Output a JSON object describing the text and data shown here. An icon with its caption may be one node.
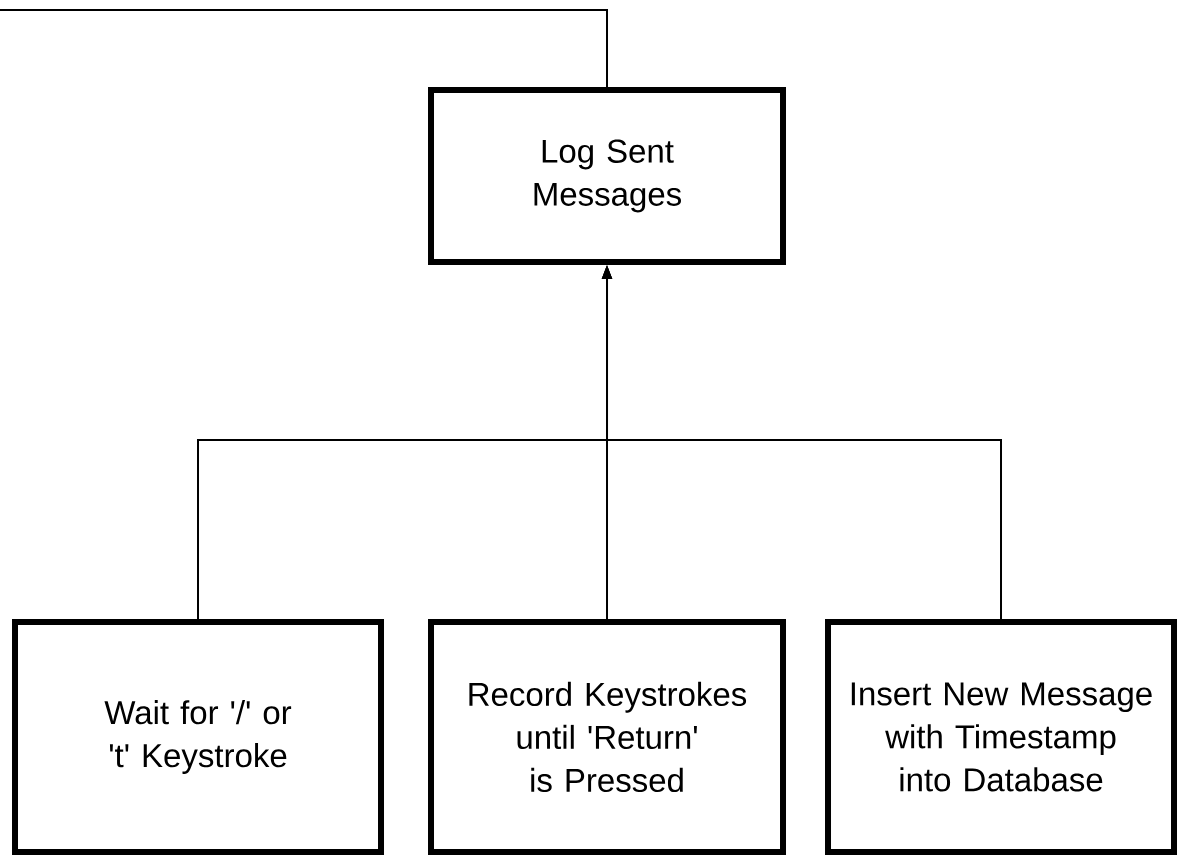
{
  "diagram": {
    "nodes": [
      {
        "text": [
          "Log Sent Messages"
        ]
      },
      {
        "text": [
          "Wait for '/' or 't' Keystroke"
        ]
      },
      {
        "text": [
          "Record Keystrokes until 'Return' is Pressed"
        ]
      },
      {
        "text": [
          "Insert New Message with Timestamp into Database"
        ]
      }
    ],
    "edges": [
      {
        "from": 0,
        "to": null,
        "arrow": "none"
      },
      {
        "from": 1,
        "to": 0,
        "arrow": "to"
      },
      {
        "from": 2,
        "to": 0,
        "arrow": "to"
      },
      {
        "from": 3,
        "to": 0,
        "arrow": "to"
      }
    ]
  }
}
